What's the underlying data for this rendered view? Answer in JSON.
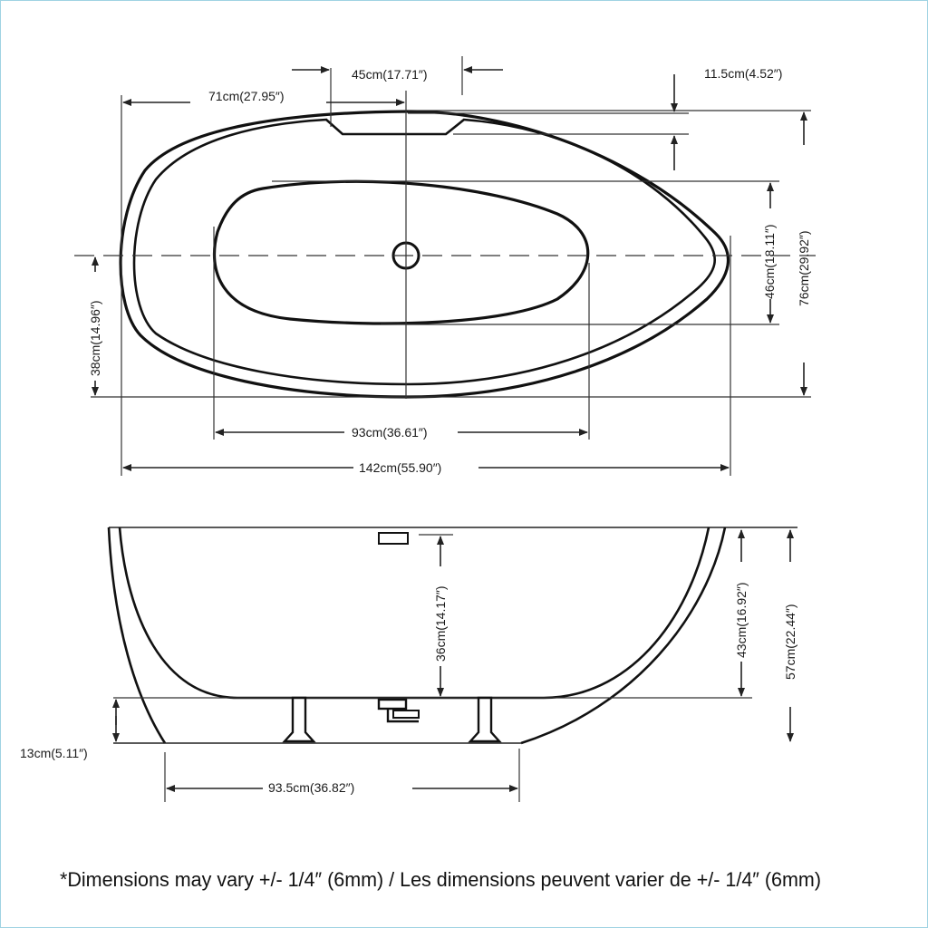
{
  "top_view": {
    "labels": {
      "rim_gap": "45cm(17.71″)",
      "rim_depth": "11.5cm(4.52″)",
      "half_length": "71cm(27.95″)",
      "basin_width": "46cm(18.11″)",
      "overall_width": "76cm(29.92″)",
      "half_width": "38cm(14.96″)",
      "basin_length": "93cm(36.61″)",
      "overall_length": "142cm(55.90″)"
    }
  },
  "side_view": {
    "labels": {
      "inner_depth": "36cm(14.17″)",
      "rim_height_side": "43cm(16.92″)",
      "overall_height": "57cm(22.44″)",
      "base_height": "13cm(5.11″)",
      "feet_span": "93.5cm(36.82″)"
    }
  },
  "footnote": "*Dimensions may vary +/- 1/4″ (6mm) / Les dimensions peuvent varier de +/- 1/4″ (6mm)"
}
